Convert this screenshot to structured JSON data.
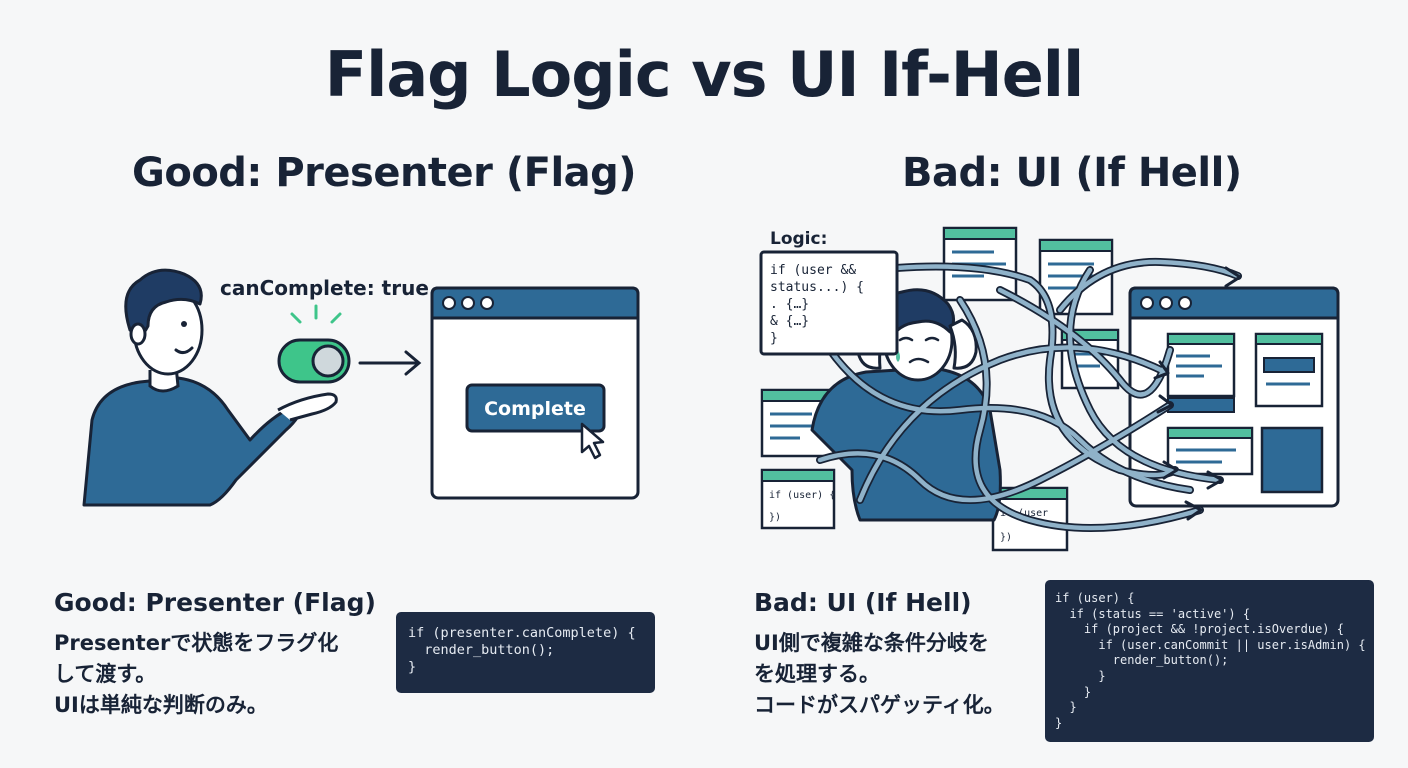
{
  "title": "Flag Logic vs UI If-Hell",
  "good": {
    "section_title": "Good: Presenter (Flag)",
    "flag_label": "canComplete: true",
    "button_label": "Complete",
    "caption_title": "Good: Presenter (Flag)",
    "caption_lines": [
      "Presenterで状態をフラグ化",
      "して渡す。",
      "UIは単純な判断のみ。"
    ],
    "code_lines": [
      "if (presenter.canComplete) {",
      "  render_button();",
      "}"
    ]
  },
  "bad": {
    "section_title": "Bad: UI (If Hell)",
    "logic_label": "Logic:",
    "logic_code_lines": [
      "if (user &&",
      "   status...) {",
      "  . {…}",
      "  & {…}",
      "}"
    ],
    "mini_code_1": [
      "if (user) {",
      "})"
    ],
    "mini_code_2": [
      "if (user",
      "})"
    ],
    "caption_title": "Bad: UI (If Hell)",
    "caption_lines": [
      "UI側で複雑な条件分岐を",
      "を処理する。",
      "コードがスパゲッティ化。"
    ],
    "code_lines": [
      "if (user) {",
      "  if (status == 'active') {",
      "    if (project && !project.isOverdue) {",
      "      if (user.canCommit || user.isAdmin) {",
      "        render_button();",
      "      }",
      "    }",
      "  }",
      "}"
    ]
  },
  "colors": {
    "navy": "#182336",
    "blue": "#2e6a96",
    "green": "#3ec58a",
    "teal": "#52bf9f",
    "code_bg": "#1d2b43"
  }
}
